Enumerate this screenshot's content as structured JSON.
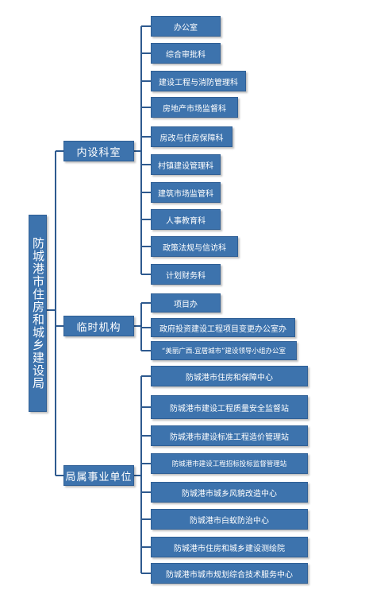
{
  "root": {
    "label": "防城港市住房和城乡建设局"
  },
  "groups": [
    {
      "label": "内设科室",
      "children": [
        "办公室",
        "综合审批科",
        "建设工程与消防管理科",
        "房地产市场监督科",
        "房改与住房保障科",
        "村镇建设管理科",
        "建筑市场监管科",
        "人事教育科",
        "政策法规与信访科",
        "计划财务科"
      ]
    },
    {
      "label": "临时机构",
      "children": [
        "项目办",
        "政府投资建设工程项目变更办公室办",
        "“美丽广西.宜居城市”建设领导小组办公室"
      ]
    },
    {
      "label": "局属事业单位",
      "children": [
        "防城港市住房和保障中心",
        "防城港市建设工程质量安全监督站",
        "防城港市建设标准工程造价管理站",
        "防城港市建设工程招标投标监督管理站",
        "防城港市城乡风貌改造中心",
        "防城港市白蚁防治中心",
        "防城港市住房和城乡建设测绘院",
        "防城港市城市规划综合技术服务中心"
      ]
    }
  ]
}
